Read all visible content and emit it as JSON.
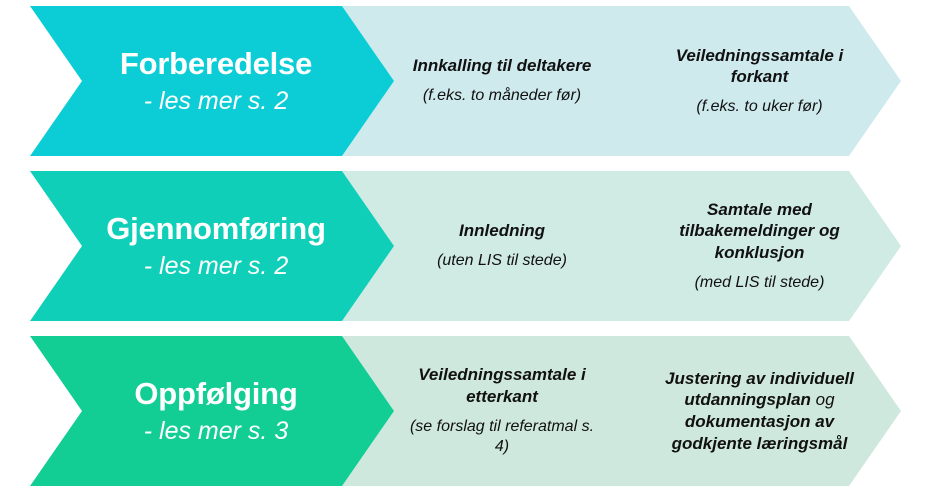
{
  "diagram": {
    "type": "chevron-process-flow",
    "rows": [
      {
        "id": "forberedelse",
        "head": {
          "main_label": "Forberedelse",
          "sub_label": "- les mer s. 2",
          "color": "#0ccdd6",
          "text_color": "#ffffff"
        },
        "steps": [
          {
            "title": "Innkalling til deltakere",
            "note": "(f.eks. to måneder før)",
            "color": "#cfeaed"
          },
          {
            "title": "Veiledningssamtale i forkant",
            "note": "(f.eks. to uker før)",
            "color": "#cfeaed"
          }
        ]
      },
      {
        "id": "gjennomforing",
        "head": {
          "main_label": "Gjennomføring",
          "sub_label": "- les mer s. 2",
          "color": "#10cfb8",
          "text_color": "#ffffff"
        },
        "steps": [
          {
            "title": "Innledning",
            "note": "(uten LIS til stede)",
            "color": "#d0eae4"
          },
          {
            "title": "Samtale med tilbakemeldinger og konklusjon",
            "note": "(med LIS til stede)",
            "color": "#d0eae4"
          }
        ]
      },
      {
        "id": "oppfolging",
        "head": {
          "main_label": "Oppfølging",
          "sub_label": "- les mer s. 3",
          "color": "#12cd94",
          "text_color": "#ffffff"
        },
        "steps": [
          {
            "title": "Veiledningssamtale i etterkant",
            "note": "(se forslag til referatmal s. 4)",
            "color": "#cfe8dd"
          },
          {
            "title_parts": [
              {
                "text": "Justering av individuell utdanningsplan ",
                "bold": true
              },
              {
                "text": "og ",
                "bold": false
              },
              {
                "text": "dokumentasjon av godkjente læringsmål",
                "bold": true
              }
            ],
            "title": "Justering av individuell utdanningsplan og dokumentasjon av godkjente læringsmål",
            "note": "",
            "color": "#cfe8dd"
          }
        ]
      }
    ]
  }
}
